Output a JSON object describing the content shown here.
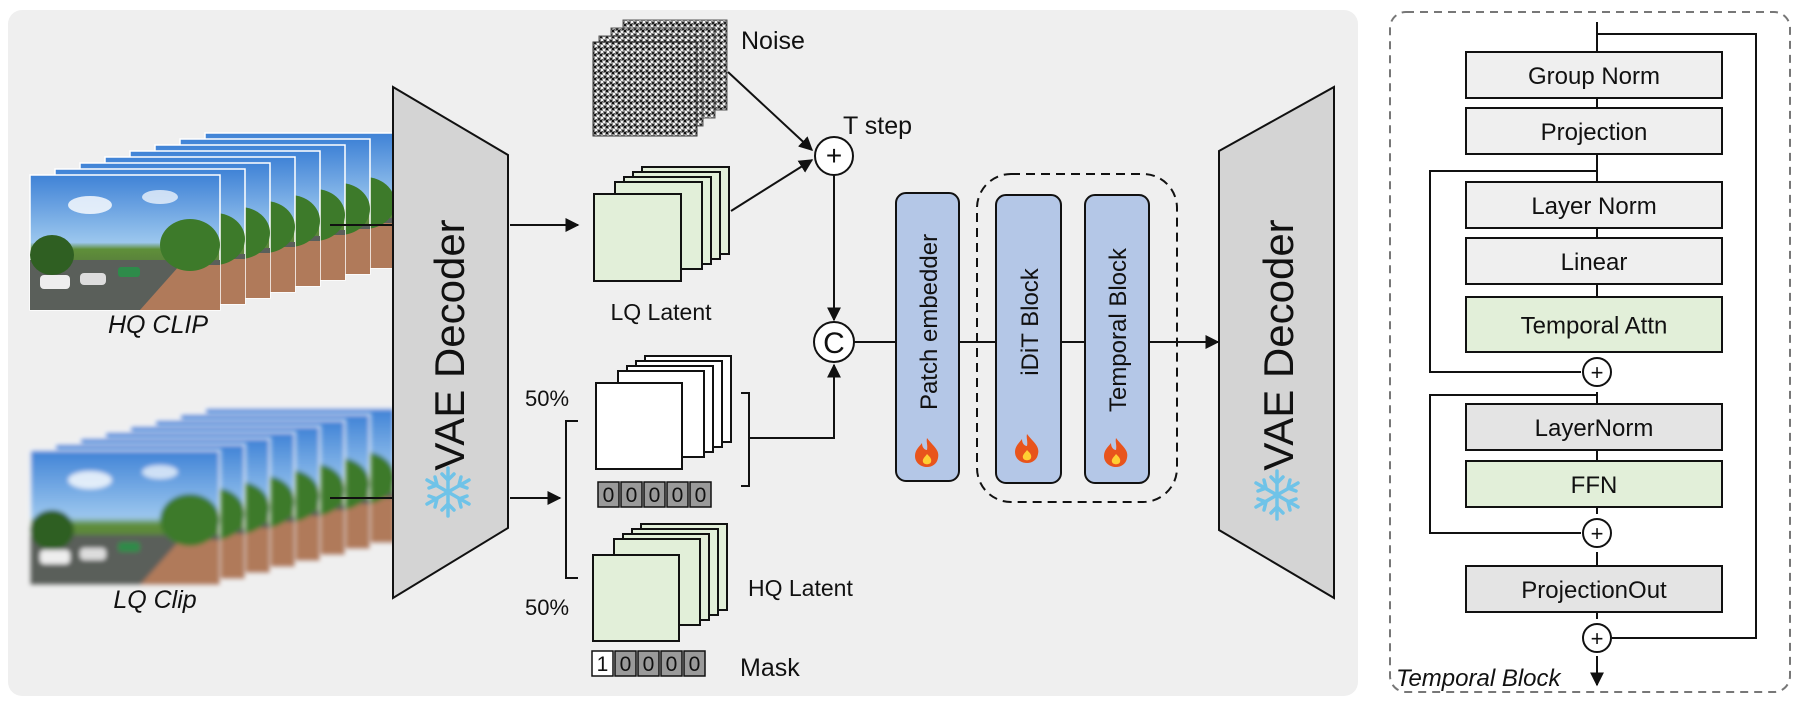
{
  "main_panel": {
    "hq_clip_label": "HQ CLIP",
    "lq_clip_label": "LQ Clip",
    "vae_encoder_label": "VAE Decoder",
    "vae_decoder_label": "VAE Decoder",
    "noise_label": "Noise",
    "t_step_label": "T step",
    "lq_latent_label": "LQ Latent",
    "hq_latent_label": "HQ Latent",
    "mask_label": "Mask",
    "percent_top": "50%",
    "percent_bottom": "50%",
    "add_symbol": "+",
    "concat_symbol": "C",
    "mask_zero_digits": [
      "0",
      "0",
      "0",
      "0",
      "0"
    ],
    "mask_one_digits": [
      "1",
      "0",
      "0",
      "0",
      "0"
    ],
    "blocks": {
      "patch_embedder": "Patch embedder",
      "idit_block": "iDiT Block",
      "temporal_block": "Temporal Block"
    }
  },
  "side_panel": {
    "title": "Temporal Block",
    "layers": [
      "Group Norm",
      "Projection",
      "Layer Norm",
      "Linear",
      "Temporal Attn",
      "LayerNorm",
      "FFN",
      "ProjectionOut"
    ],
    "plus_symbol": "+"
  },
  "colors": {
    "panel_bg": "#efefef",
    "trapezoid": "#d4d4d4",
    "block_blue": "#b4c7e7",
    "latent_green": "#e2efd9",
    "layer_grey": "#efefef",
    "layer_green": "#e2efd9",
    "fire": "#e8541c",
    "snowflake": "#6fc3e8"
  }
}
